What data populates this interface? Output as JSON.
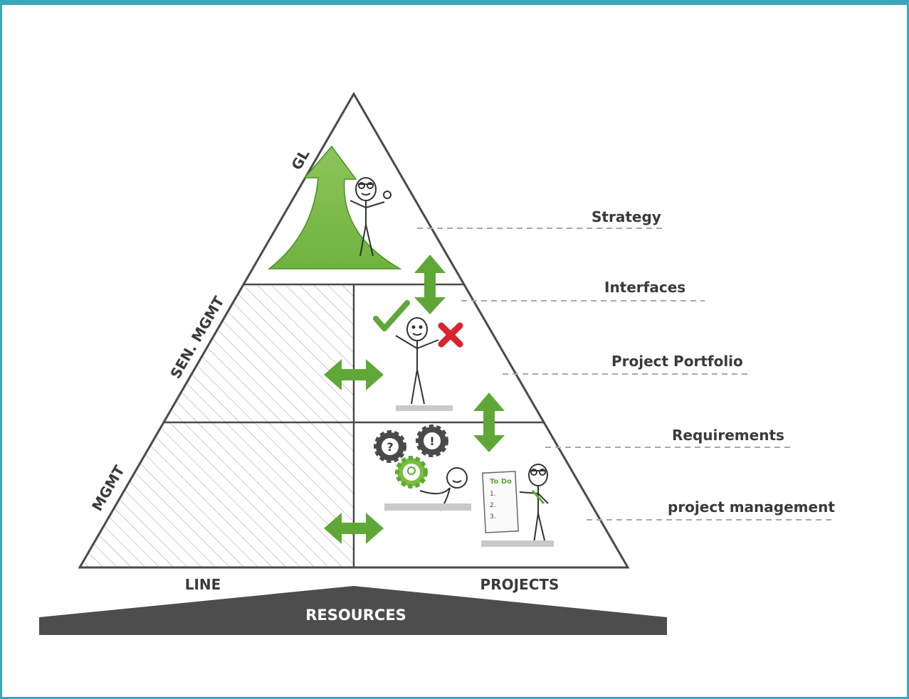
{
  "pyramid": {
    "levels": {
      "top": "GL",
      "middle": "SEN. MGMT",
      "bottom": "MGMT"
    },
    "base_labels": {
      "left": "LINE",
      "right": "PROJECTS"
    },
    "base_bar": "RESOURCES"
  },
  "side_labels": [
    "Strategy",
    "Interfaces",
    "Project Portfolio",
    "Requirements",
    "project management"
  ],
  "illustrations": {
    "todo_title": "To Do",
    "todo_items": [
      "1.",
      "2.",
      "3."
    ],
    "gear_symbols": [
      "?",
      "!"
    ]
  },
  "colors": {
    "frame": "#3aa7b8",
    "green": "#5fa838",
    "dark": "#3a3a3a",
    "red": "#d9232e"
  }
}
